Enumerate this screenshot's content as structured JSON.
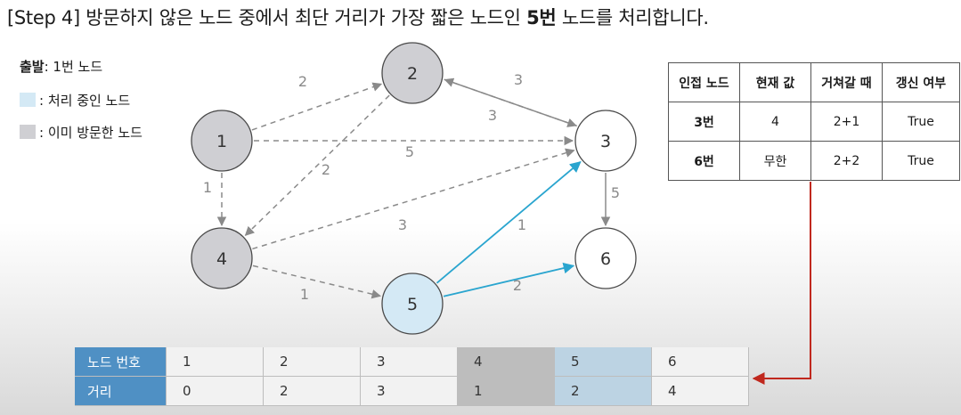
{
  "title": {
    "step": "[Step 4]",
    "text_before": "방문하지 않은 노드 중에서 최단 거리가 가장 짧은 노드인",
    "highlight": "5번",
    "text_after": "노드를 처리합니다."
  },
  "legend": {
    "start_label": "출발",
    "start_value": ": 1번 노드",
    "processing": ": 처리 중인 노드",
    "visited": ": 이미 방문한 노드"
  },
  "graph": {
    "nodes": [
      {
        "id": "1",
        "state": "visited"
      },
      {
        "id": "2",
        "state": "visited"
      },
      {
        "id": "3",
        "state": "unvisited"
      },
      {
        "id": "4",
        "state": "visited"
      },
      {
        "id": "5",
        "state": "processing"
      },
      {
        "id": "6",
        "state": "unvisited"
      }
    ],
    "edges": [
      {
        "from": "1",
        "to": "2",
        "weight": "2",
        "style": "dashed"
      },
      {
        "from": "1",
        "to": "3",
        "weight": "5",
        "style": "dashed"
      },
      {
        "from": "1",
        "to": "4",
        "weight": "1",
        "style": "dashed"
      },
      {
        "from": "2",
        "to": "3",
        "weight": "3",
        "style": "dashed"
      },
      {
        "from": "3",
        "to": "2",
        "weight": "3",
        "style": "solid"
      },
      {
        "from": "2",
        "to": "4",
        "weight": "2",
        "style": "dashed"
      },
      {
        "from": "4",
        "to": "3",
        "weight": "3",
        "style": "dashed"
      },
      {
        "from": "4",
        "to": "5",
        "weight": "1",
        "style": "dashed"
      },
      {
        "from": "5",
        "to": "3",
        "weight": "1",
        "style": "highlight"
      },
      {
        "from": "5",
        "to": "6",
        "weight": "2",
        "style": "highlight"
      },
      {
        "from": "3",
        "to": "6",
        "weight": "5",
        "style": "solid"
      }
    ]
  },
  "adjacency_table": {
    "headers": [
      "인접 노드",
      "현재 값",
      "거쳐갈 때",
      "갱신 여부"
    ],
    "rows": [
      [
        "3번",
        "4",
        "2+1",
        "True"
      ],
      [
        "6번",
        "무한",
        "2+2",
        "True"
      ]
    ]
  },
  "distance_table": {
    "row_labels": [
      "노드 번호",
      "거리"
    ],
    "nodes": [
      "1",
      "2",
      "3",
      "4",
      "5",
      "6"
    ],
    "distances": [
      "0",
      "2",
      "3",
      "1",
      "2",
      "4"
    ],
    "states": [
      "unvisited",
      "unvisited",
      "unvisited",
      "visited",
      "processing",
      "unvisited"
    ]
  },
  "colors": {
    "visited_node": "#cfcfd3",
    "processing_node": "#d4e9f5",
    "unvisited_node": "#ffffff",
    "highlight_edge": "#2aa5cf",
    "header_blue": "#4f90c4",
    "arrow_red": "#c0281e"
  }
}
